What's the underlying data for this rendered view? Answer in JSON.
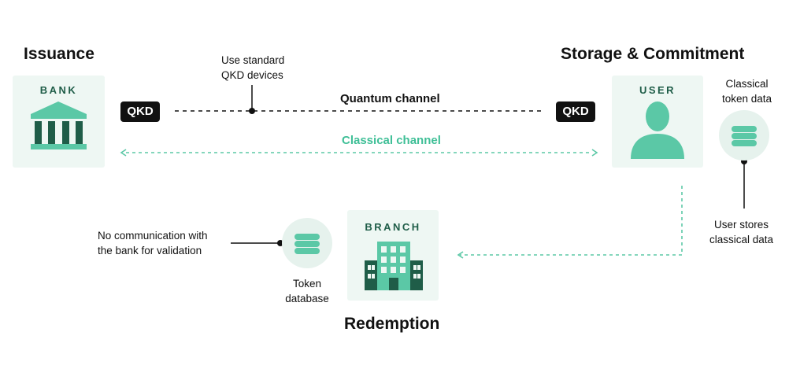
{
  "sections": {
    "issuance": "Issuance",
    "storage": "Storage & Commitment",
    "redemption": "Redemption"
  },
  "bank": {
    "title": "BANK",
    "icon": "bank-icon"
  },
  "user": {
    "title": "USER",
    "icon": "user-icon"
  },
  "branch": {
    "title": "BRANCH",
    "icon": "building-icon"
  },
  "qkd": {
    "left": "QKD",
    "right": "QKD"
  },
  "channels": {
    "quantum": "Quantum channel",
    "classical": "Classical channel"
  },
  "notes": {
    "qkd_devices_1": "Use standard",
    "qkd_devices_2": "QKD devices",
    "token_data_1": "Classical",
    "token_data_2": "token data",
    "user_stores_1": "User stores",
    "user_stores_2": "classical data",
    "no_comm_1": "No communication with",
    "no_comm_2": "the bank for validation",
    "token_db_1": "Token",
    "token_db_2": "database"
  },
  "colors": {
    "accent": "#5bc8a6",
    "dark_green": "#1f5d48",
    "card_bg": "#eef7f3",
    "qkd_bg": "#111111"
  }
}
